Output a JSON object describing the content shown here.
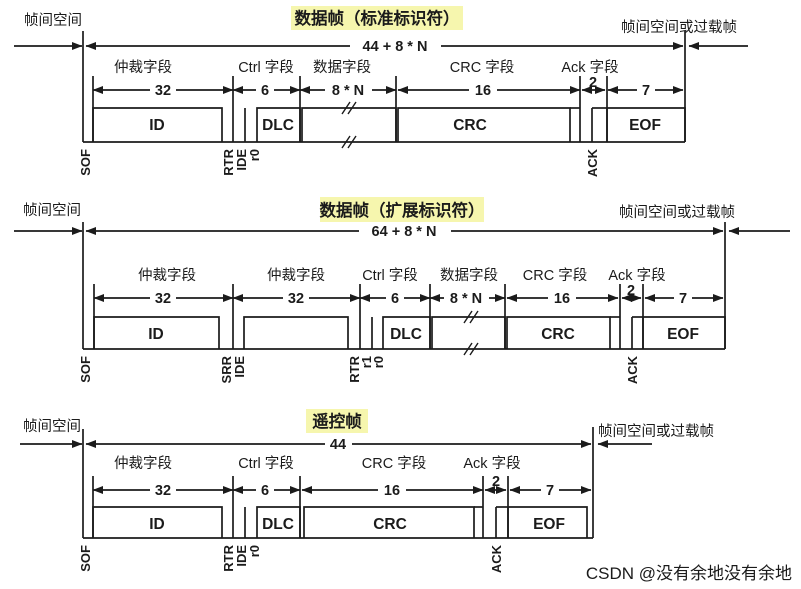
{
  "watermark": "CSDN @没有余地没有余地",
  "colors": {
    "highlight": "#f6f6ae",
    "ink": "#1b1b1b",
    "watermark": "#c5c5c5"
  },
  "frames": [
    {
      "name": "数据帧（标准标识符）",
      "interframe_left": "帧间空间",
      "interframe_right": "帧间空间或过载帧",
      "total_bits": "44 + 8 * N",
      "fields": {
        "arbitration": "仲裁字段",
        "ctrl": "Ctrl 字段",
        "data": "数据字段",
        "crc": "CRC 字段",
        "ack": "Ack 字段"
      },
      "widths": {
        "arbitration": "32",
        "ctrl": "6",
        "data": "8 * N",
        "crc": "16",
        "ack": "2",
        "eof": "7"
      },
      "boxes": {
        "id": "ID",
        "dlc": "DLC",
        "crc": "CRC",
        "eof": "EOF"
      },
      "bits": {
        "sof": "SOF",
        "rtr": "RTR",
        "ide": "IDE",
        "r0": "r0",
        "ack": "ACK"
      }
    },
    {
      "name": "数据帧（扩展标识符）",
      "interframe_left": "帧间空间",
      "interframe_right": "帧间空间或过载帧",
      "total_bits": "64 + 8 * N",
      "fields": {
        "arbitration": "仲裁字段",
        "arbitration2": "仲裁字段",
        "ctrl": "Ctrl 字段",
        "data": "数据字段",
        "crc": "CRC 字段",
        "ack": "Ack 字段"
      },
      "widths": {
        "arbitration": "32",
        "arbitration2": "32",
        "ctrl": "6",
        "data": "8 * N",
        "crc": "16",
        "ack": "2",
        "eof": "7"
      },
      "boxes": {
        "id": "ID",
        "dlc": "DLC",
        "crc": "CRC",
        "eof": "EOF"
      },
      "bits": {
        "sof": "SOF",
        "srr": "SRR",
        "ide": "IDE",
        "rtr": "RTR",
        "r1": "r1",
        "r0": "r0",
        "ack": "ACK"
      }
    },
    {
      "name": "遥控帧",
      "interframe_left": "帧间空间",
      "interframe_right": "帧间空间或过载帧",
      "total_bits": "44",
      "fields": {
        "arbitration": "仲裁字段",
        "ctrl": "Ctrl 字段",
        "crc": "CRC 字段",
        "ack": "Ack 字段"
      },
      "widths": {
        "arbitration": "32",
        "ctrl": "6",
        "crc": "16",
        "ack": "2",
        "eof": "7"
      },
      "boxes": {
        "id": "ID",
        "dlc": "DLC",
        "crc": "CRC",
        "eof": "EOF"
      },
      "bits": {
        "sof": "SOF",
        "rtr": "RTR",
        "ide": "IDE",
        "r0": "r0",
        "ack": "ACK"
      }
    }
  ]
}
